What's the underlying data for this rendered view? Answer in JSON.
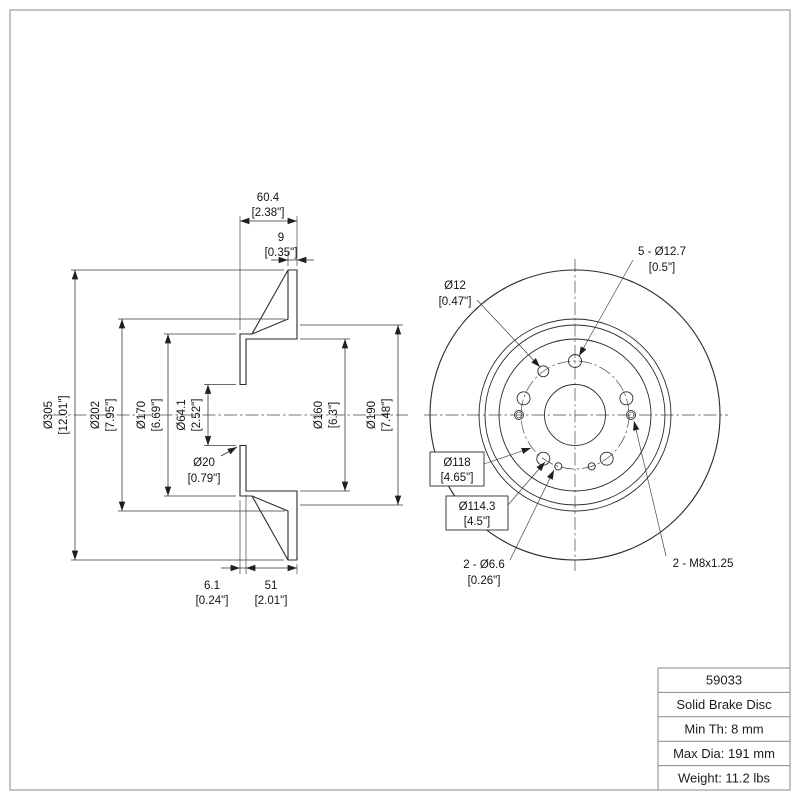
{
  "section_view": {
    "width_total_mm": "60.4",
    "width_total_in": "[2.38\"]",
    "disc_th_mm": "9",
    "disc_th_in": "[0.35\"]",
    "outer_dia_mm": "Ø305",
    "outer_dia_in": "[12.01\"]",
    "hat_base_dia_mm": "Ø202",
    "hat_base_dia_in": "[7.95\"]",
    "hat_dia_mm": "Ø170",
    "hat_dia_in": "[6.69\"]",
    "center_bore_mm": "Ø64.1",
    "center_bore_in": "[2.52\"]",
    "cavity_dia_mm": "Ø160",
    "cavity_dia_in": "[6.3\"]",
    "friction_inner_dia_mm": "Ø190",
    "friction_inner_dia_in": "[7.48\"]",
    "boss_dia_mm": "Ø20",
    "boss_dia_in": "[0.79\"]",
    "flange_th_mm": "6.1",
    "flange_th_in": "[0.24\"]",
    "hat_depth_mm": "51",
    "hat_depth_in": "[2.01\"]"
  },
  "front_view": {
    "lug_holes_mm": "5 - Ø12.7",
    "lug_holes_in": "[0.5\"]",
    "pilot_hole_mm": "Ø12",
    "pilot_hole_in": "[0.47\"]",
    "aux_circle_mm": "Ø118",
    "aux_circle_in": "[4.65\"]",
    "bolt_circle_mm": "Ø114.3",
    "bolt_circle_in": "[4.5\"]",
    "service_holes_mm": "2 - Ø6.6",
    "service_holes_in": "[0.26\"]",
    "thread_holes": "2 - M8x1.25"
  },
  "title_block": {
    "part_number": "59033",
    "product_type": "Solid Brake Disc",
    "min_thickness": "Min Th: 8 mm",
    "max_diameter": "Max Dia: 191 mm",
    "weight": "Weight: 11.2 lbs"
  }
}
